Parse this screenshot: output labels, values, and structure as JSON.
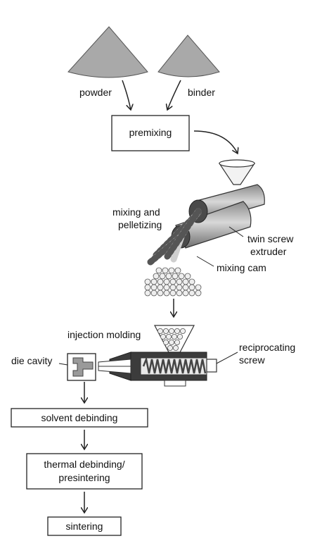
{
  "inputs": {
    "powder": "powder",
    "binder": "binder"
  },
  "mixing": {
    "premixing": "premixing",
    "mixing_pelletizing_line1": "mixing and",
    "mixing_pelletizing_line2": "pelletizing",
    "twin_screw_line1": "twin screw",
    "twin_screw_line2": "extruder",
    "mixing_cam": "mixing cam"
  },
  "molding": {
    "injection_molding": "injection molding",
    "die_cavity": "die cavity",
    "reciprocating_line1": "reciprocating",
    "reciprocating_line2": "screw"
  },
  "steps": {
    "solvent_debinding": "solvent debinding",
    "thermal_line1": "thermal debinding/",
    "thermal_line2": "presintering",
    "sintering": "sintering"
  },
  "colors": {
    "gray_fill": "#a9a9a9",
    "dark_fill": "#3c3c3c",
    "outline": "#222222"
  }
}
